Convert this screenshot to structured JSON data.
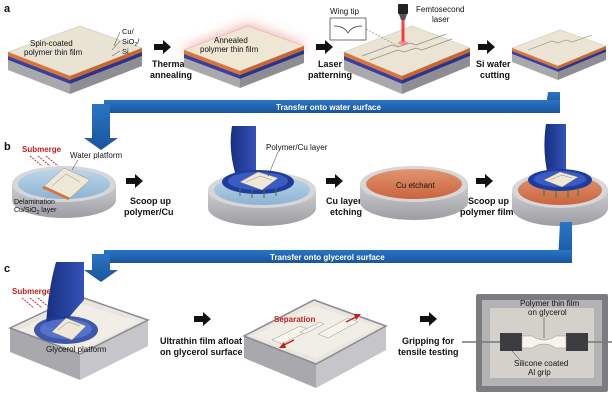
{
  "panels": {
    "a": "a",
    "b": "b",
    "c": "c"
  },
  "row_a": {
    "film_label_1": "Spin-coated",
    "film_label_2": "polymer thin film",
    "layer_cu": "Cu/",
    "layer_sio2_1": "SiO",
    "layer_sio2_sub": "2",
    "layer_sio2_2": "/",
    "layer_si": "Si",
    "step_annealing_1": "Thermal",
    "step_annealing_2": "annealing",
    "annealed_label_1": "Annealed",
    "annealed_label_2": "polymer thin film",
    "step_laser_1": "Laser",
    "step_laser_2": "patterning",
    "wing_tip": "Wing tip",
    "femto_1": "Femtosecond",
    "femto_2": "laser",
    "step_cut_1": "Si wafer",
    "step_cut_2": "cutting"
  },
  "banner_1": "Transfer onto water surface",
  "row_b": {
    "submerge": "Submerge",
    "water_platform": "Water platform",
    "delam_1": "Delamination",
    "delam_2": "Cu/SiO",
    "delam_sub": "2",
    "delam_3": " layer",
    "step_scoop1_1": "Scoop up",
    "step_scoop1_2": "polymer/Cu",
    "polymer_cu_layer": "Polymer/Cu layer",
    "step_etch_1": "Cu layer",
    "step_etch_2": "etching",
    "cu_etchant": "Cu etchant",
    "step_scoop2_1": "Scoop up",
    "step_scoop2_2": "polymer film"
  },
  "banner_2": "Transfer onto glycerol surface",
  "row_c": {
    "submerge": "Submerge",
    "glycerol_platform": "Glycerol platform",
    "step_afloat_1": "Ultrathin film afloat",
    "step_afloat_2": "on glycerol surface",
    "separation": "Separation",
    "step_grip_1": "Gripping for",
    "step_grip_2": "tensile testing",
    "film_on_glycerol_1": "Polymer thin film",
    "film_on_glycerol_2": "on glycerol",
    "grip_1": "Silicone coated",
    "grip_2": "Al grip"
  },
  "colors": {
    "film": "#ece6d8",
    "cu_layer": "#d9743a",
    "sio2_layer": "#3a3f9a",
    "si_base": "#a9a9ad",
    "annealed_glow": "#f2a6a6",
    "banner": "#1f63b0",
    "water": "#a7c6e0",
    "etchant": "#d87c55",
    "scoop": "#1f3c9c",
    "laser": "#d62020",
    "glycerol": "#e9e6e0"
  }
}
